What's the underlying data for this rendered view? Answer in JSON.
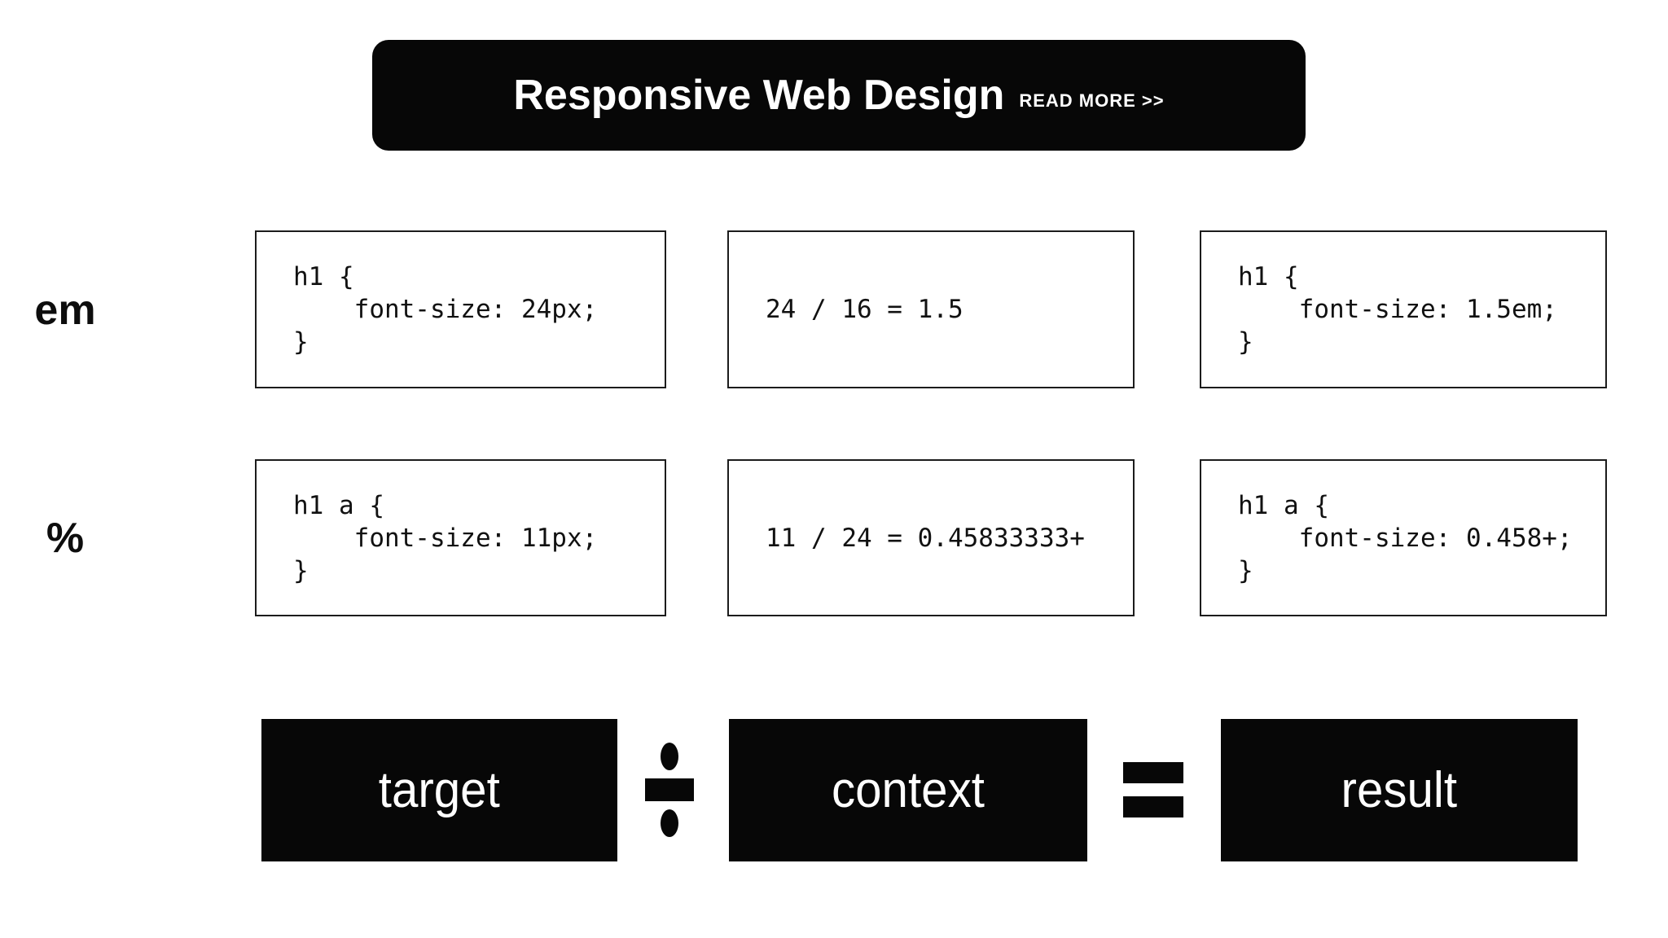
{
  "banner": {
    "title": "Responsive Web Design",
    "cta": "READ MORE >>"
  },
  "rows": [
    {
      "label": "em",
      "code_left": "h1 {\n    font-size: 24px;\n}",
      "calc": "24 / 16 = 1.5",
      "code_right": "h1 {\n    font-size: 1.5em;\n}"
    },
    {
      "label": "%",
      "code_left": "h1 a {\n    font-size: 11px;\n}",
      "calc": "11 / 24 = 0.45833333+",
      "code_right": "h1 a {\n    font-size: 0.458+;\n}"
    }
  ],
  "formula": {
    "target_label": "target",
    "divide_symbol": "÷",
    "context_label": "context",
    "equals_symbol": "=",
    "result_label": "result"
  },
  "colors": {
    "background": "#ffffff",
    "black": "#070707",
    "white_text": "#ffffff",
    "box_border": "#1c1c1c"
  }
}
